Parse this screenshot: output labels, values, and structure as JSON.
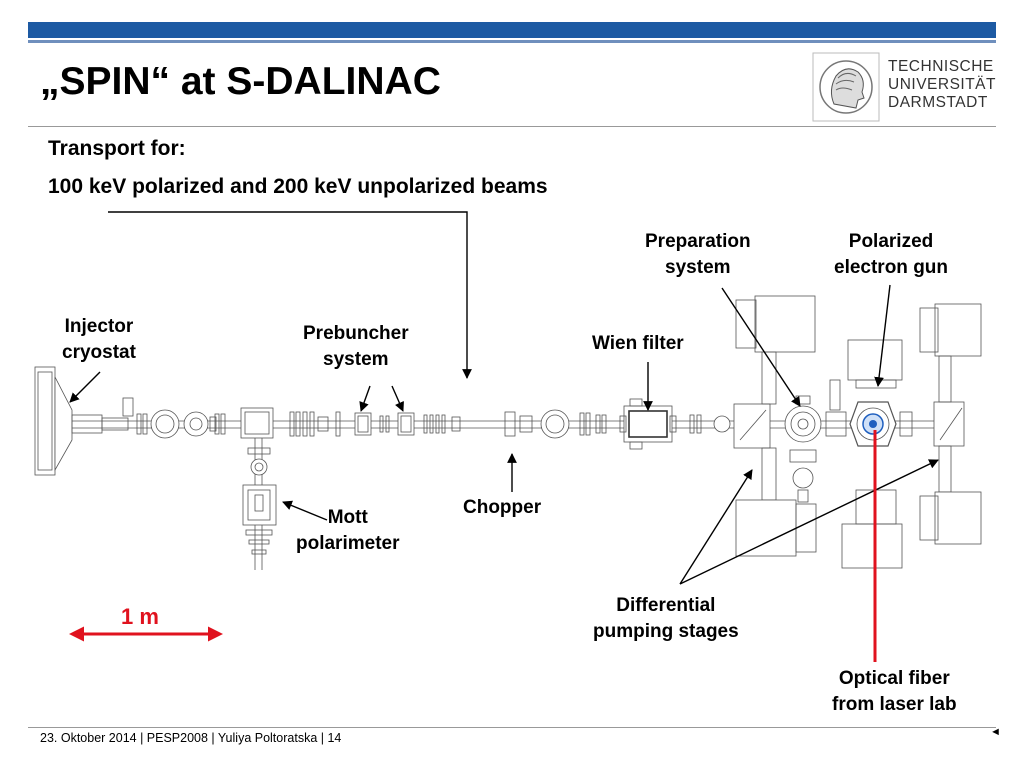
{
  "header": {
    "title": "„SPIN“ at S-DALINAC",
    "logo": [
      "TECHNISCHE",
      "UNIVERSITÄT",
      "DARMSTADT"
    ]
  },
  "subtitle": {
    "line1": "Transport for:",
    "line2": "100 keV polarized and 200 keV unpolarized beams"
  },
  "labels": {
    "injector": [
      "Injector",
      "cryostat"
    ],
    "prebuncher": [
      "Prebuncher",
      "system"
    ],
    "wien": "Wien filter",
    "preparation": [
      "Preparation",
      "system"
    ],
    "gun": [
      "Polarized",
      "electron gun"
    ],
    "mott": [
      "Mott",
      "polarimeter"
    ],
    "chopper": "Chopper",
    "differential": [
      "Differential",
      "pumping stages"
    ],
    "fiber": [
      "Optical fiber",
      "from laser lab"
    ],
    "scale": "1 m"
  },
  "colors": {
    "brand": "#1d5aa3",
    "accent_red": "#e0121e",
    "blue_source": "#1f5fbf"
  },
  "footer": {
    "text": "23. Oktober 2014  |  PESP2008 | Yuliya Poltoratska  |  14",
    "nav_icon": "◄"
  }
}
